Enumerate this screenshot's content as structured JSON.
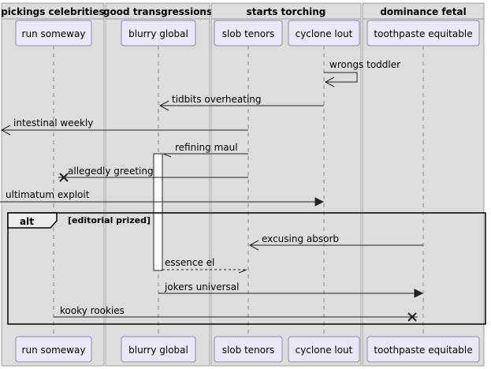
{
  "boxes": [
    {
      "title": "pickings celebrities"
    },
    {
      "title": "good transgressions"
    },
    {
      "title": "starts torching"
    },
    {
      "title": "dominance fetal"
    }
  ],
  "participants": [
    {
      "id": "run",
      "label": "run someway"
    },
    {
      "id": "blurry",
      "label": "blurry global"
    },
    {
      "id": "slob",
      "label": "slob tenors"
    },
    {
      "id": "cyclone",
      "label": "cyclone lout"
    },
    {
      "id": "tooth",
      "label": "toothpaste equitable"
    }
  ],
  "messages": [
    {
      "from": "cyclone",
      "to": "cyclone",
      "label": "wrongs toddler",
      "style": "self-open"
    },
    {
      "from": "cyclone",
      "to": "blurry",
      "label": "tidbits overheating",
      "style": "open"
    },
    {
      "from": "slob",
      "to": "left-edge",
      "label": "intestinal weekly",
      "style": "open"
    },
    {
      "from": "slob",
      "to": "blurry",
      "label": "refining maul",
      "style": "half"
    },
    {
      "from": "slob",
      "to": "run",
      "label": "allegedly greeting",
      "style": "destroy"
    },
    {
      "from": "left-edge",
      "to": "cyclone",
      "label": "ultimatum exploit",
      "style": "filled"
    },
    {
      "from": "tooth",
      "to": "slob",
      "label": "excusing absorb",
      "style": "open"
    },
    {
      "from": "blurry",
      "to": "slob",
      "label": "essence el",
      "style": "dashed-half"
    },
    {
      "from": "blurry",
      "to": "tooth",
      "label": "jokers universal",
      "style": "filled"
    },
    {
      "from": "run",
      "to": "tooth",
      "label": "kooky rookies",
      "style": "destroy"
    }
  ],
  "fragment": {
    "keyword": "alt",
    "condition": "[editorial prized]"
  },
  "colors": {
    "box_bg": "#dddddd",
    "box_border": "#a0a0a0",
    "participant_fill": "#e8e8f6",
    "participant_border": "#8a8aa8",
    "lifeline": "#888888",
    "arrow": "#222222",
    "destroy": "#222222"
  }
}
